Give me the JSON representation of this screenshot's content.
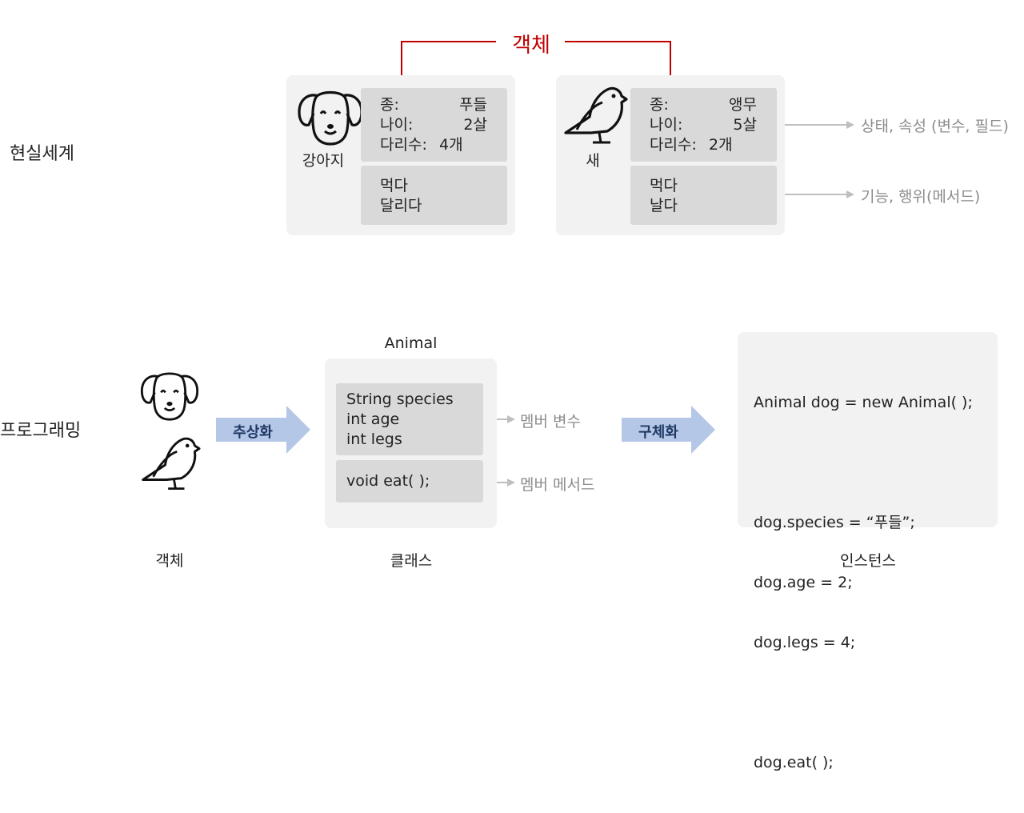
{
  "real_world": {
    "label": "현실세계",
    "object_title": "객체",
    "dog": {
      "name": "강아지",
      "attrs": [
        {
          "key": "종:",
          "value": "푸들"
        },
        {
          "key": "나이:",
          "value": "2살"
        },
        {
          "key": "다리수:",
          "value": "4개"
        }
      ],
      "methods": [
        "먹다",
        "달리다"
      ]
    },
    "bird": {
      "name": "새",
      "attrs": [
        {
          "key": "종:",
          "value": "앵무"
        },
        {
          "key": "나이:",
          "value": "5살"
        },
        {
          "key": "다리수:",
          "value": "2개"
        }
      ],
      "methods": [
        "먹다",
        "날다"
      ]
    },
    "state_label": "상태, 속성 (변수, 필드)",
    "behavior_label": "기능, 행위(메서드)"
  },
  "programming": {
    "label": "프로그래밍",
    "abstraction_label": "추상화",
    "concretization_label": "구체화",
    "class_name": "Animal",
    "fields": [
      "String species",
      "int age",
      "int legs"
    ],
    "methods": [
      "void eat( );"
    ],
    "member_var_label": "멤버 변수",
    "member_method_label": "멤버 메서드",
    "instance_code": [
      "Animal dog = new Animal( );",
      "",
      "dog.species = “푸들”;",
      "dog.age = 2;",
      "dog.legs = 4;",
      "",
      "dog.eat( );"
    ],
    "captions": {
      "object": "객체",
      "class": "클래스",
      "instance": "인스턴스"
    }
  },
  "colors": {
    "accent_red": "#c00000",
    "panel_bg": "#f2f2f2",
    "cell_bg": "#d9d9d9",
    "arrow_blue": "#b4c7e7",
    "arrow_text": "#1f3864",
    "connector_grey": "#bfbfbf"
  },
  "icons": [
    "dog-icon",
    "bird-icon"
  ]
}
